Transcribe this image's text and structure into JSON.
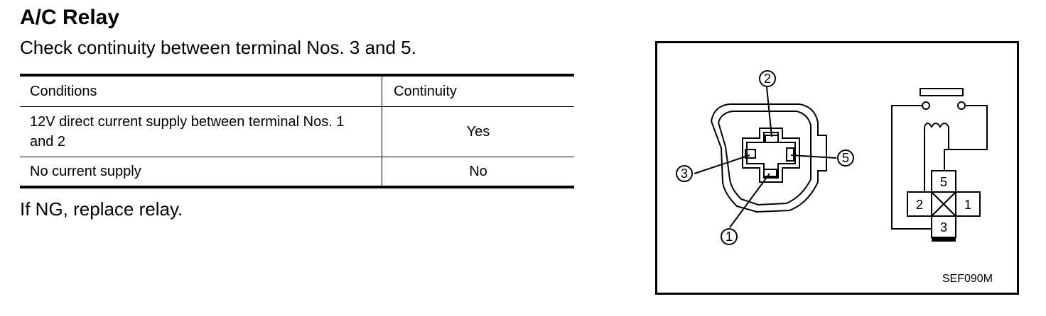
{
  "heading": "A/C Relay",
  "intro": "Check continuity between terminal Nos. 3 and 5.",
  "table": {
    "headers": [
      "Conditions",
      "Continuity"
    ],
    "rows": [
      {
        "condition": "12V direct current supply between terminal Nos. 1 and 2",
        "continuity": "Yes"
      },
      {
        "condition": "No current supply",
        "continuity": "No"
      }
    ]
  },
  "outro": "If NG, replace relay.",
  "figure": {
    "id": "SEF090M",
    "terminal_labels": [
      "1",
      "2",
      "3",
      "5"
    ],
    "schematic_labels": [
      "5",
      "2",
      "1",
      "3"
    ]
  }
}
